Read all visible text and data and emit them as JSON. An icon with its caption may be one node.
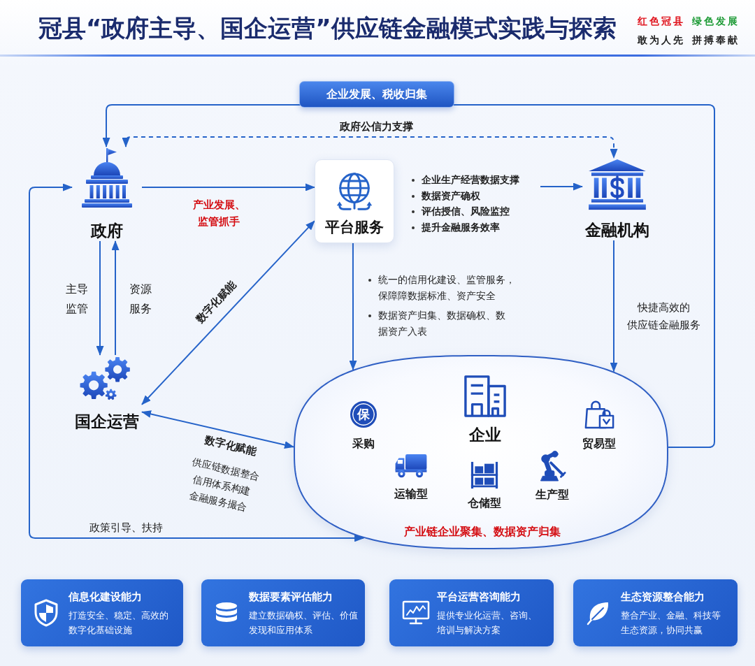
{
  "diagram": {
    "title": "冠县“政府主导、国企运营”供应链金融模式实践与探索",
    "nodes": [
      {
        "text": [
          "政府"
        ]
      },
      {
        "text": [
          "平台服务"
        ]
      },
      {
        "text": [
          "企业生产经营数据支撑",
          "数据资产确权",
          "评估授信、风险监控",
          "提升金融服务效率"
        ]
      },
      {
        "text": [
          "金融机构"
        ]
      },
      {
        "text": [
          "国企运营"
        ]
      },
      {
        "text": [
          "企业",
          "产业链企业聚集、数据资产归集"
        ]
      },
      {
        "text": [
          "保",
          "采购"
        ],
        "in": 5
      },
      {
        "text": [
          "贸易型"
        ],
        "in": 5
      },
      {
        "text": [
          "运输型"
        ],
        "in": 5
      },
      {
        "text": [
          "仓储型"
        ],
        "in": 5
      },
      {
        "text": [
          "生产型"
        ],
        "in": 5
      },
      {
        "text": [
          "信息化建设能力",
          "打造安全、稳定、高效的数字化基础设施"
        ]
      },
      {
        "text": [
          "数据要素评估能力",
          "建立数据确权、评估、价值发现和应用体系"
        ]
      },
      {
        "text": [
          "平台运营咨询能力",
          "提供专业化运营、咨询、培训与解决方案"
        ]
      },
      {
        "text": [
          "生态资源整合能力",
          "整合产业、金融、科技等生态资源，协同共赢"
        ]
      }
    ],
    "edges": [
      {
        "from": 5,
        "to": 0,
        "arrow": "to",
        "label": "企业发展、税收归集"
      },
      {
        "from": 0,
        "to": 3,
        "arrow": "both",
        "style": "dashed",
        "label": "政府公信力支撑"
      },
      {
        "from": 0,
        "to": 1,
        "arrow": "to",
        "label": "产业发展、监管抓手"
      },
      {
        "from": 2,
        "to": 3,
        "arrow": "to"
      },
      {
        "from": 1,
        "to": 5,
        "arrow": "to"
      },
      {
        "from": 3,
        "to": 5,
        "arrow": "to",
        "label": "快捷高效的供应链金融服务"
      },
      {
        "from": 0,
        "to": 4,
        "arrow": "to",
        "label": "主导监管"
      },
      {
        "from": 4,
        "to": 0,
        "arrow": "to",
        "label": "资源服务"
      },
      {
        "from": 4,
        "to": 1,
        "arrow": "both",
        "label": "数字化赋能"
      },
      {
        "from": 4,
        "to": 5,
        "arrow": "both",
        "label": "数字化赋能"
      },
      {
        "from": 0,
        "to": 5,
        "arrow": "both",
        "label": "政策引导、扶持"
      }
    ],
    "labels": [
      "红色冠县",
      "绿色发展",
      "敢为人先",
      "拼搏奉献",
      "统一的信用化建设、监管服务，保障障数据标准、资产安全",
      "数据资产归集、数据确权、数据资产入表",
      "供应链数据整合",
      "信用体系构建",
      "金融服务撮合"
    ]
  }
}
